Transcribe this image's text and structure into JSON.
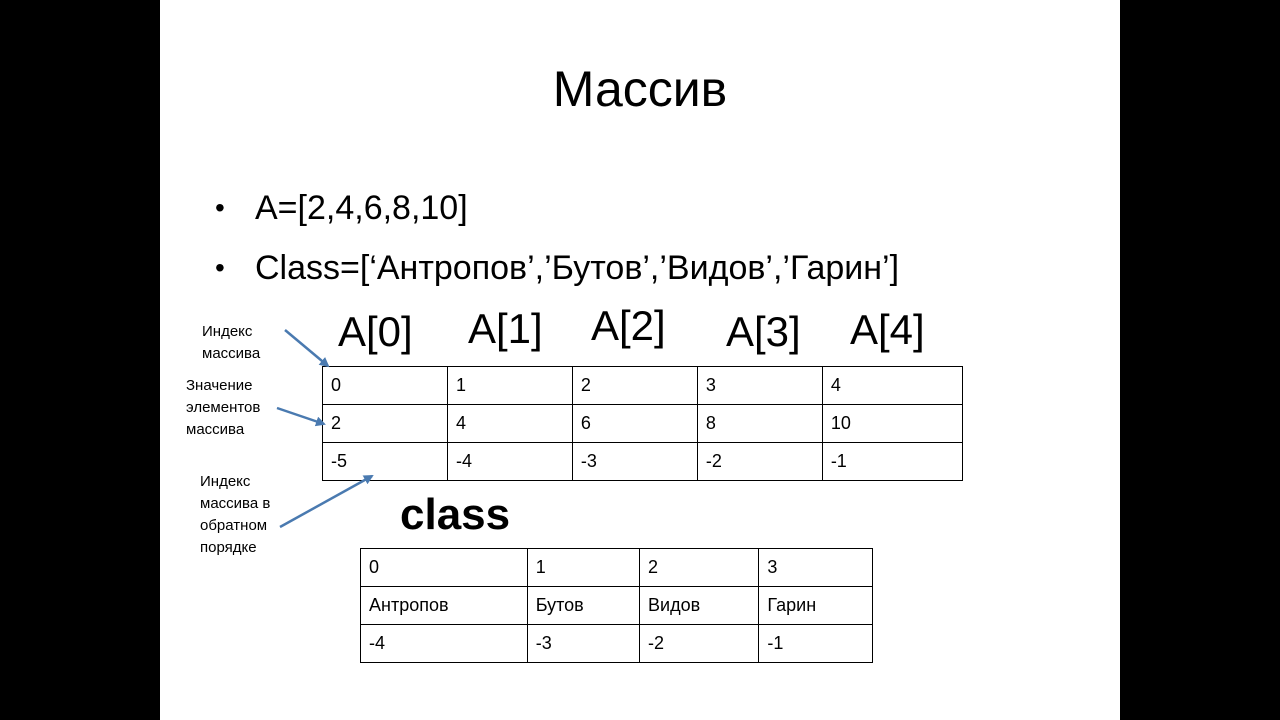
{
  "slide": {
    "title": "Массив",
    "bullets": [
      "A=[2,4,6,8,10]",
      "Class=[‘Антропов’,’Бутов’,’Видов’,’Гарин’]"
    ]
  },
  "array_a": {
    "index_labels": [
      "A[0]",
      "A[1]",
      "A[2]",
      "A[3]",
      "A[4]"
    ],
    "rows": [
      [
        "0",
        "1",
        "2",
        "3",
        "4"
      ],
      [
        "2",
        "4",
        "6",
        "8",
        "10"
      ],
      [
        "-5",
        "-4",
        "-3",
        "-2",
        "-1"
      ]
    ]
  },
  "notes": {
    "index": [
      "Индекс",
      "массива"
    ],
    "values": [
      "Значение",
      "элементов",
      "массива"
    ],
    "reverse": [
      "Индекс",
      "массива в",
      "обратном",
      "порядке"
    ]
  },
  "array_class": {
    "title": "class",
    "rows": [
      [
        "0",
        "1",
        "2",
        "3"
      ],
      [
        "Антропов",
        "Бутов",
        "Видов",
        "Гарин"
      ],
      [
        "-4",
        "-3",
        "-2",
        "-1"
      ]
    ]
  },
  "colors": {
    "arrow": "#4a7ab0",
    "background": "#000000",
    "slide": "#ffffff"
  }
}
